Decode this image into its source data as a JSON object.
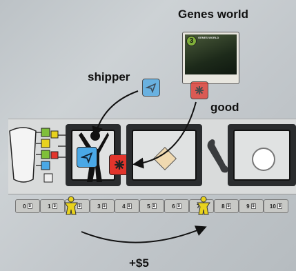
{
  "labels": {
    "genes_world": "Genes world",
    "shipper": "shipper",
    "good": "good",
    "income": "+$5"
  },
  "card": {
    "cost": "3",
    "name": "GENES WORLD"
  },
  "track": {
    "cells": [
      "0",
      "1",
      "2",
      "3",
      "4",
      "5",
      "6",
      "7",
      "8",
      "9",
      "10"
    ],
    "money_icon_text": "$"
  },
  "colors": {
    "shipper_die": "#4aa8e6",
    "good_die": "#e2352c",
    "worker": "#e8d21e"
  },
  "icons": [
    "shipper-die-icon",
    "good-die-icon",
    "worker-icon",
    "wrench-icon",
    "arrow-icon"
  ]
}
